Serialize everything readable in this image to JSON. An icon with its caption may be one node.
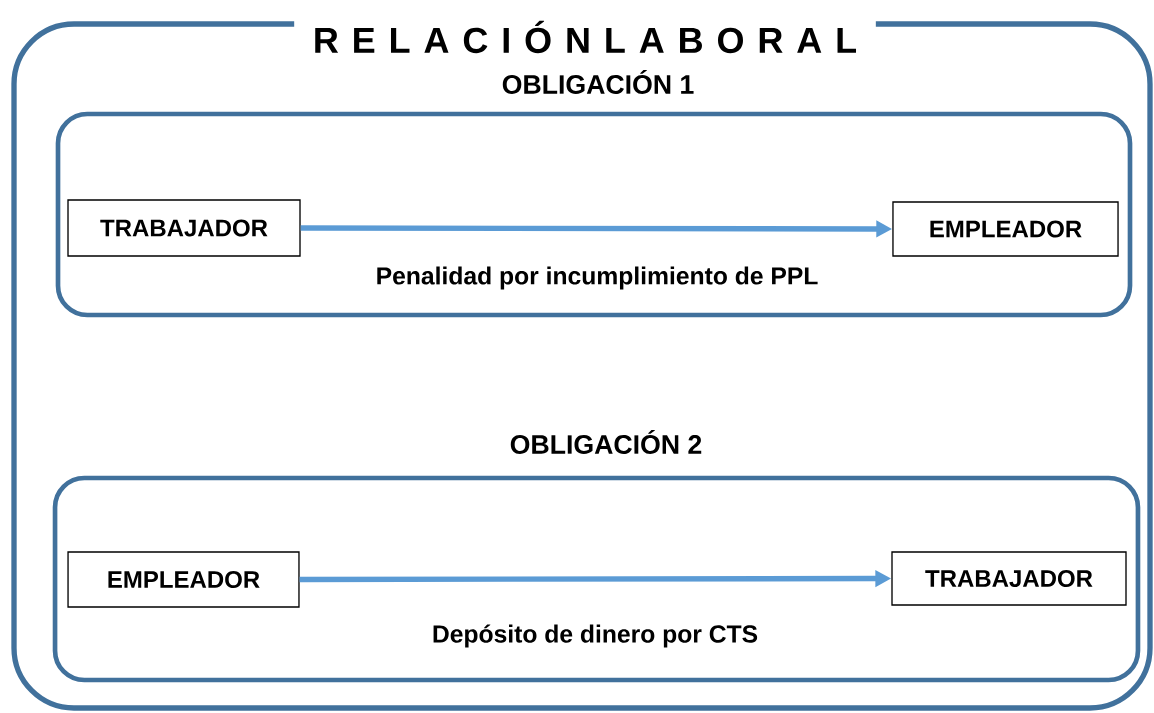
{
  "diagram": {
    "nodes": [
      {
        "text": [
          "R E L A C I Ó N L A B O R A L"
        ]
      },
      {
        "text": [
          "OBLIGACIÓN 1"
        ],
        "in": 0
      },
      {
        "text": [
          "TRABAJADOR"
        ],
        "in": 1
      },
      {
        "text": [
          "EMPLEADOR"
        ],
        "in": 1
      },
      {
        "text": [
          "OBLIGACIÓN 2"
        ],
        "in": 0
      },
      {
        "text": [
          "EMPLEADOR"
        ],
        "in": 4
      },
      {
        "text": [
          "TRABAJADOR"
        ],
        "in": 4
      }
    ],
    "edges": [
      {
        "from": 2,
        "to": 3,
        "arrow": "to",
        "label": "Penalidad por incumplimiento de PPL"
      },
      {
        "from": 5,
        "to": 6,
        "arrow": "to",
        "label": "Depósito de dinero por CTS"
      }
    ]
  }
}
